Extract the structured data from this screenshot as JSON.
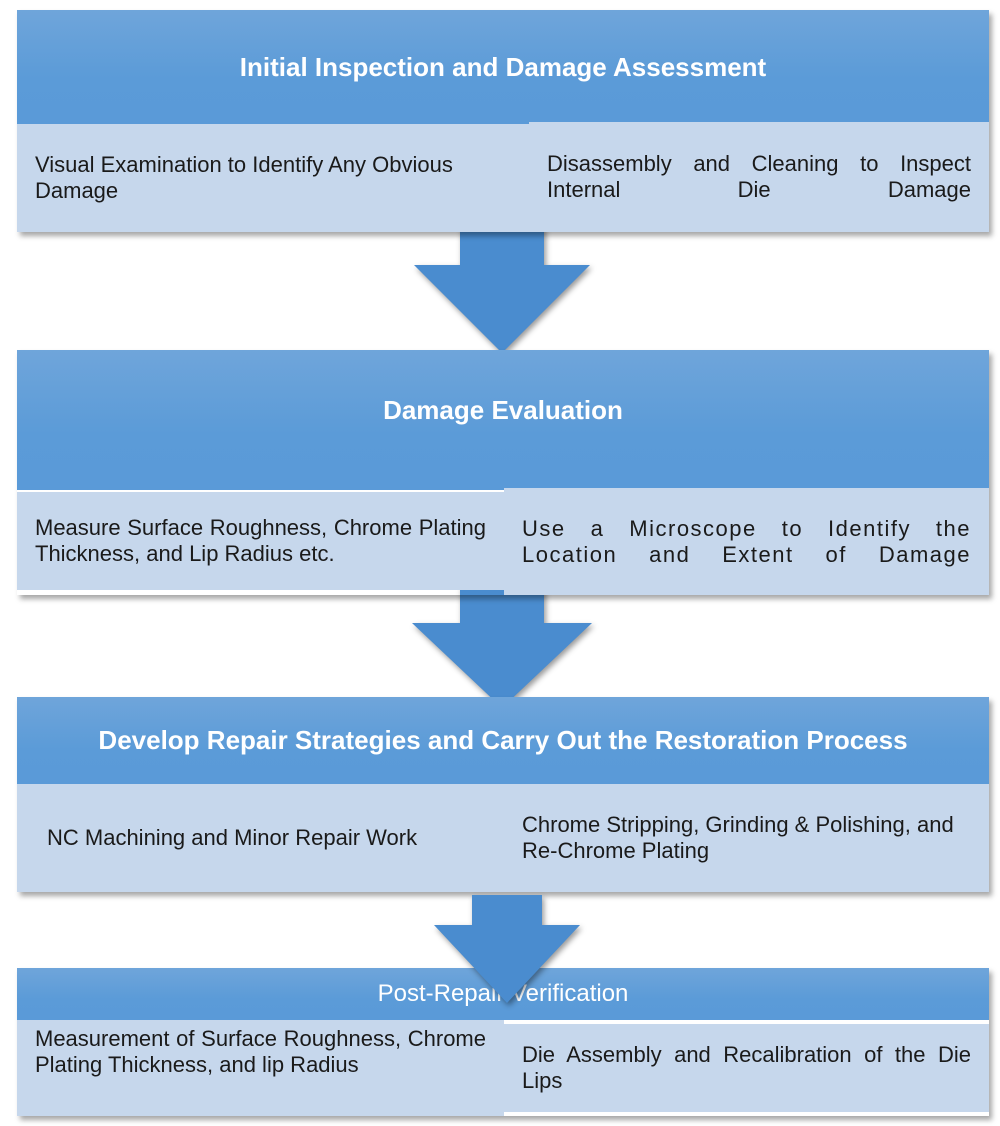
{
  "stages": [
    {
      "title": "Initial Inspection and Damage Assessment",
      "left": "Visual Examination to Identify Any Obvious Damage",
      "right": "Disassembly and Cleaning to Inspect Internal Die Damage"
    },
    {
      "title": "Damage Evaluation",
      "left": "Measure Surface Roughness, Chrome Plating Thickness, and Lip Radius etc.",
      "right": "Use a Microscope to Identify the Location and Extent of Damage"
    },
    {
      "title": "Develop Repair Strategies and Carry Out the Restoration Process",
      "left": "NC Machining and Minor Repair Work",
      "right": "Chrome Stripping, Grinding & Polishing, and Re-Chrome Plating"
    },
    {
      "title": "Post-Repair Verification",
      "left": "Measurement of Surface Roughness, Chrome Plating Thickness, and lip Radius",
      "right": "Die Assembly and Recalibration of the Die Lips"
    }
  ],
  "colors": {
    "header": "#5b9bd8",
    "subbox": "#c6d7ec",
    "arrow": "#4a8ccf"
  }
}
